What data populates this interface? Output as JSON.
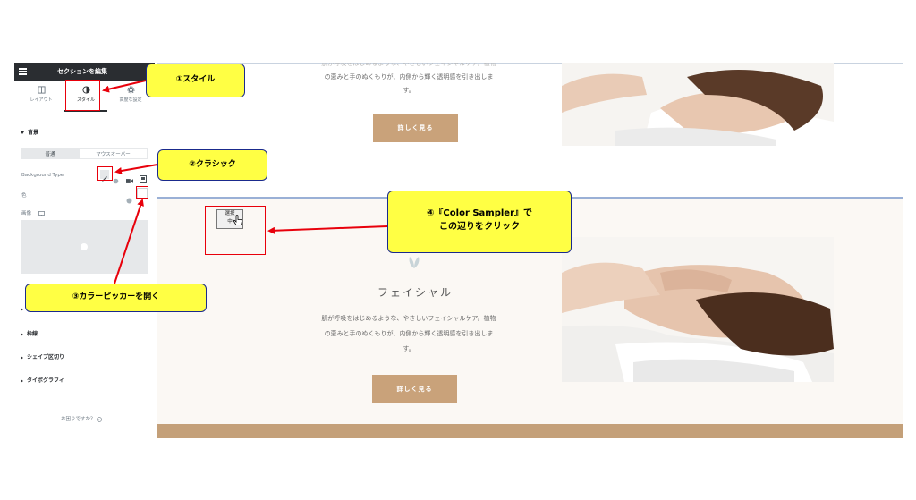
{
  "sidebar": {
    "title": "セクションを編集",
    "tabs": [
      {
        "label": "レイアウト",
        "icon": "layout-icon"
      },
      {
        "label": "スタイル",
        "icon": "contrast-icon"
      },
      {
        "label": "高度な設定",
        "icon": "gear-icon"
      }
    ],
    "section_background": "背景",
    "state_tabs": [
      "普通",
      "マウスオーバー"
    ],
    "background_type_label": "Background Type",
    "color_label": "色",
    "image_label": "画像",
    "collapsed_sections": [
      "枠線",
      "シェイプ区切り",
      "タイポグラフィ"
    ],
    "help_text": "お困りですか？"
  },
  "preview": {
    "top_paragraph_partial": "肌が呼吸をはじめるような、やさしいフェイシャルケア。植物",
    "top_paragraph_line2": "の恵みと手のぬくもりが、内側から輝く透明感を引き出しま",
    "top_paragraph_line3": "す。",
    "top_button": "詳しく見る",
    "picker_tooltip_line1": "選択",
    "picker_tooltip_line2": "中",
    "section_heading": "フェイシャル",
    "paragraph_line1": "肌が呼吸をはじめるような、やさしいフェイシャルケア。植物",
    "paragraph_line2": "の恵みと手のぬくもりが、内側から輝く透明感を引き出しま",
    "paragraph_line3": "す。",
    "button": "詳しく見る"
  },
  "annotations": {
    "step1": "①スタイル",
    "step2": "②クラシック",
    "step3": "③カラーピッカーを開く",
    "step4_line1": "④『Color Sampler』で",
    "step4_line2": "この辺りをクリック"
  },
  "colors": {
    "accent_brown": "#c9a27a",
    "band_brown": "#c4a079",
    "callout_yellow": "#ffff44",
    "annotation_red": "#e8000b",
    "sidebar_header": "#2a2d31"
  }
}
